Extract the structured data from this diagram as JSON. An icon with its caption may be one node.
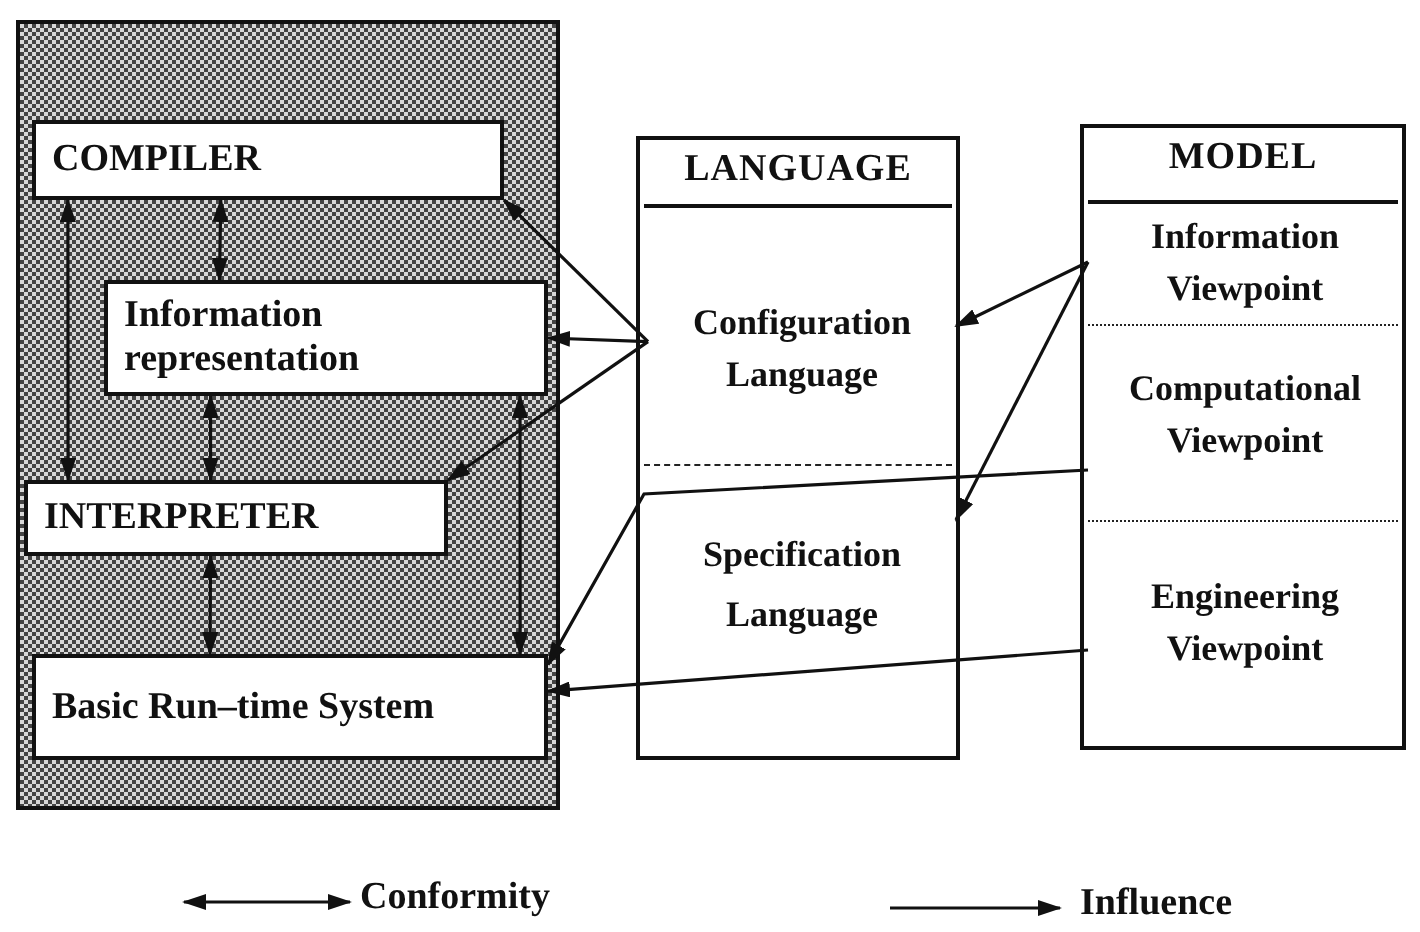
{
  "diagram": {
    "nodes": [
      {
        "text": [],
        "shape": "box"
      },
      {
        "text": [
          "COMPILER"
        ],
        "in": 0
      },
      {
        "text": [
          "Information representation"
        ],
        "in": 0
      },
      {
        "text": [
          "INTERPRETER"
        ],
        "in": 0
      },
      {
        "text": [
          "Basic Run–time System"
        ],
        "in": 0
      },
      {
        "text": [
          "LANGUAGE"
        ]
      },
      {
        "text": [
          "Configuration Language"
        ],
        "in": 5
      },
      {
        "text": [
          "Specification Language"
        ],
        "in": 5
      },
      {
        "text": [
          "MODEL"
        ]
      },
      {
        "text": [
          "Information Viewpoint"
        ],
        "in": 8
      },
      {
        "text": [
          "Computational Viewpoint"
        ],
        "in": 8
      },
      {
        "text": [
          "Engineering Viewpoint"
        ],
        "in": 8
      }
    ],
    "edges": [
      {
        "from": 1,
        "to": 3,
        "arrow": "both"
      },
      {
        "from": 1,
        "to": 2,
        "arrow": "both"
      },
      {
        "from": 2,
        "to": 3,
        "arrow": "both"
      },
      {
        "from": 3,
        "to": 4,
        "arrow": "both"
      },
      {
        "from": 2,
        "to": 4,
        "arrow": "both"
      },
      {
        "from": 6,
        "to": 1,
        "arrow": "to"
      },
      {
        "from": 6,
        "to": 2,
        "arrow": "to"
      },
      {
        "from": 6,
        "to": 3,
        "arrow": "to"
      },
      {
        "from": 9,
        "to": 6,
        "arrow": "to"
      },
      {
        "from": 9,
        "to": 7,
        "arrow": "to"
      },
      {
        "from": 10,
        "to": 4,
        "arrow": "to"
      },
      {
        "from": 11,
        "to": 4,
        "arrow": "to"
      }
    ],
    "legend": [
      {
        "text": "Conformity"
      },
      {
        "text": "Influence"
      }
    ]
  }
}
